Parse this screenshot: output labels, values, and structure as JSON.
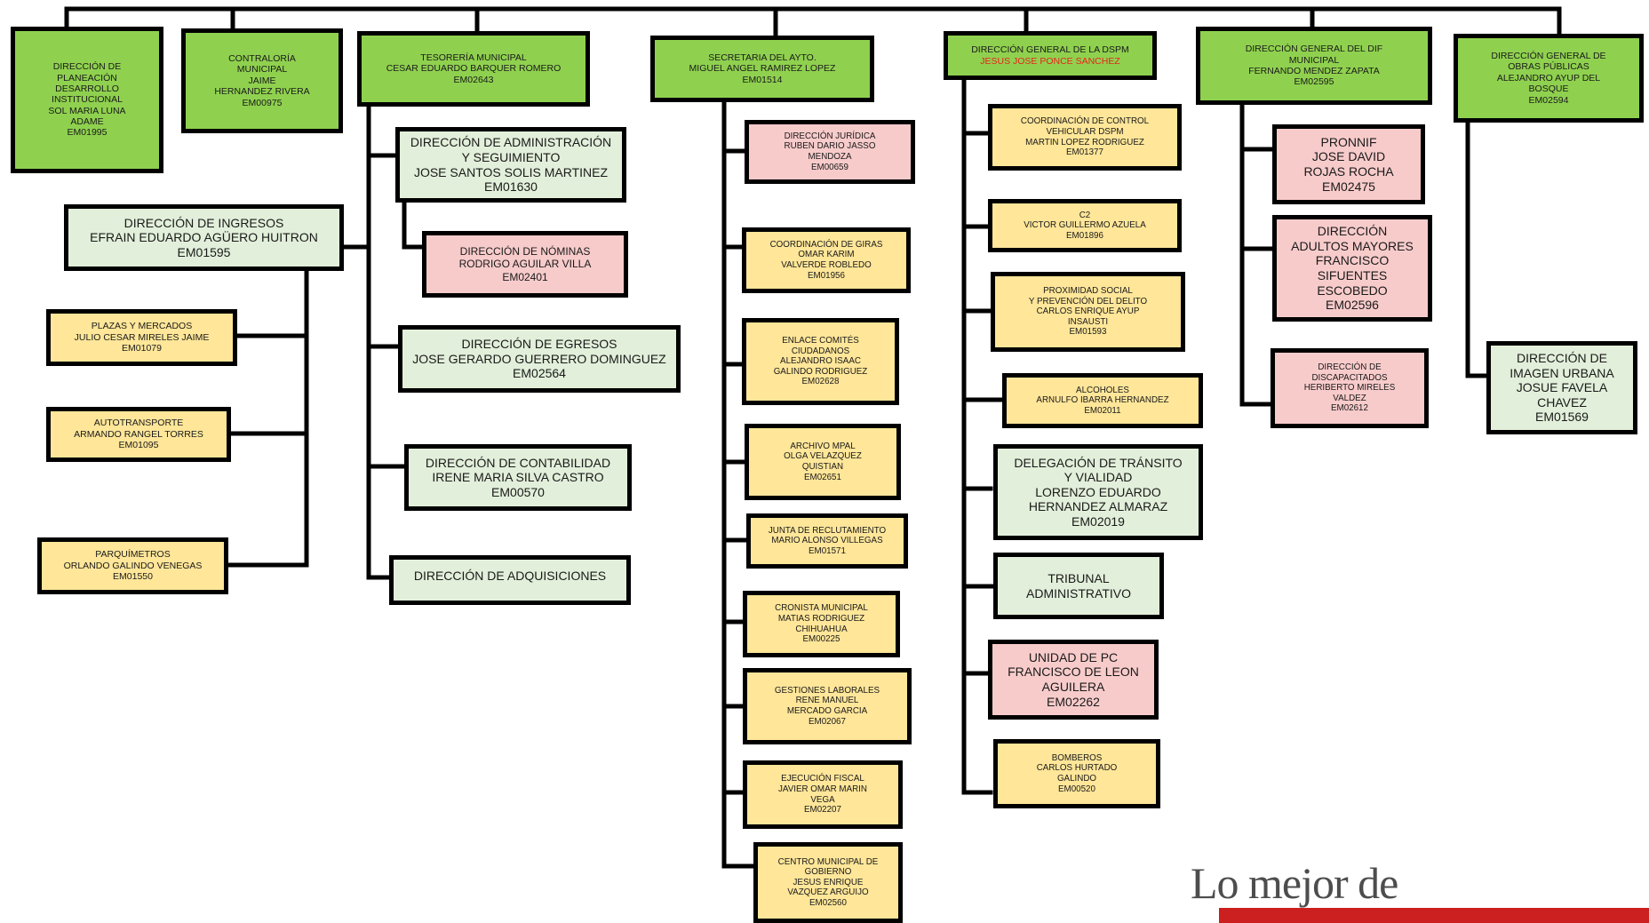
{
  "top": [
    {
      "lines": [
        "DIRECCIÓN DE",
        "PLANEACIÓN",
        "DESARROLLO",
        "INSTITUCIONAL",
        "SOL MARIA LUNA",
        "ADAME",
        "EM01995"
      ]
    },
    {
      "lines": [
        "CONTRALORÍA",
        "MUNICIPAL",
        "JAIME",
        "HERNANDEZ RIVERA",
        "EM00975"
      ]
    },
    {
      "lines": [
        "TESORERÍA MUNICIPAL",
        "CESAR EDUARDO BARQUER ROMERO",
        "EM02643"
      ]
    },
    {
      "lines": [
        "SECRETARIA DEL AYTO.",
        "MIGUEL ANGEL RAMIREZ LOPEZ",
        "EM01514"
      ]
    },
    {
      "lines": [
        "DIRECCIÓN GENERAL DE LA DSPM",
        "JESUS JOSE PONCE SANCHEZ"
      ]
    },
    {
      "lines": [
        "DIRECCIÓN GENERAL DEL DIF",
        "MUNICIPAL",
        "FERNANDO MENDEZ ZAPATA",
        "EM02595"
      ]
    },
    {
      "lines": [
        "DIRECCIÓN GENERAL DE",
        "OBRAS PÚBLICAS",
        "ALEJANDRO AYUP DEL",
        "BOSQUE",
        "EM02594"
      ]
    }
  ],
  "tesoreria": [
    {
      "lines": [
        "DIRECCIÓN DE ADMINISTRACIÓN",
        "Y SEGUIMIENTO",
        "JOSE SANTOS SOLIS MARTINEZ",
        "EM01630"
      ]
    },
    {
      "lines": [
        "DIRECCIÓN DE NÓMINAS",
        "RODRIGO AGUILAR VILLA",
        "EM02401"
      ]
    },
    {
      "lines": [
        "DIRECCIÓN DE INGRESOS",
        "EFRAIN EDUARDO AGÜERO HUITRON",
        "EM01595"
      ]
    },
    {
      "lines": [
        "PLAZAS Y MERCADOS",
        "JULIO CESAR MIRELES JAIME",
        "EM01079"
      ]
    },
    {
      "lines": [
        "AUTOTRANSPORTE",
        "ARMANDO RANGEL TORRES",
        "EM01095"
      ]
    },
    {
      "lines": [
        "PARQUÍMETROS",
        "ORLANDO GALINDO VENEGAS",
        "EM01550"
      ]
    },
    {
      "lines": [
        "DIRECCIÓN DE EGRESOS",
        "JOSE GERARDO GUERRERO DOMINGUEZ",
        "EM02564"
      ]
    },
    {
      "lines": [
        "DIRECCIÓN DE CONTABILIDAD",
        "IRENE MARIA SILVA CASTRO",
        "EM00570"
      ]
    },
    {
      "lines": [
        "DIRECCIÓN DE ADQUISICIONES"
      ]
    }
  ],
  "secretaria": [
    {
      "lines": [
        "DIRECCIÓN JURÍDICA",
        "RUBEN DARIO JASSO",
        "MENDOZA",
        "EM00659"
      ]
    },
    {
      "lines": [
        "COORDINACIÓN DE GIRAS",
        "OMAR KARIM",
        "VALVERDE ROBLEDO",
        "EM01956"
      ]
    },
    {
      "lines": [
        "ENLACE COMITÉS",
        "CIUDADANOS",
        "ALEJANDRO ISAAC",
        "GALINDO RODRIGUEZ",
        "EM02628"
      ]
    },
    {
      "lines": [
        "ARCHIVO MPAL",
        "OLGA VELAZQUEZ",
        "QUISTIAN",
        "EM02651"
      ]
    },
    {
      "lines": [
        "JUNTA DE RECLUTAMIENTO",
        "MARIO ALONSO VILLEGAS",
        "EM01571"
      ]
    },
    {
      "lines": [
        "CRONISTA MUNICIPAL",
        "MATIAS RODRIGUEZ",
        "CHIHUAHUA",
        "EM00225"
      ]
    },
    {
      "lines": [
        "GESTIONES LABORALES",
        "RENE MANUEL",
        "MERCADO GARCIA",
        "EM02067"
      ]
    },
    {
      "lines": [
        "EJECUCIÓN FISCAL",
        "JAVIER OMAR MARIN",
        "VEGA",
        "EM02207"
      ]
    },
    {
      "lines": [
        "CENTRO MUNICIPAL DE",
        "GOBIERNO",
        "JESUS ENRIQUE",
        "VAZQUEZ ARGUIJO",
        "EM02560"
      ]
    }
  ],
  "dspm": [
    {
      "lines": [
        "COORDINACIÓN DE CONTROL",
        "VEHICULAR DSPM",
        "MARTIN LOPEZ RODRIGUEZ",
        "EM01377"
      ]
    },
    {
      "lines": [
        "C2",
        "VICTOR GUILLERMO AZUELA",
        "EM01896"
      ]
    },
    {
      "lines": [
        "PROXIMIDAD SOCIAL",
        "Y PREVENCIÓN DEL DELITO",
        "CARLOS ENRIQUE AYUP",
        "INSAUSTI",
        "EM01593"
      ]
    },
    {
      "lines": [
        "ALCOHOLES",
        "ARNULFO IBARRA HERNANDEZ",
        "EM02011"
      ]
    },
    {
      "lines": [
        "DELEGACIÓN DE TRÁNSITO",
        "Y VIALIDAD",
        "LORENZO EDUARDO",
        "HERNANDEZ ALMARAZ",
        "EM02019"
      ]
    },
    {
      "lines": [
        "TRIBUNAL",
        "ADMINISTRATIVO"
      ]
    },
    {
      "lines": [
        "UNIDAD DE PC",
        "FRANCISCO DE LEON",
        "AGUILERA",
        "EM02262"
      ]
    },
    {
      "lines": [
        "BOMBEROS",
        "CARLOS HURTADO",
        "GALINDO",
        "EM00520"
      ]
    }
  ],
  "dif": [
    {
      "lines": [
        "PRONNIF",
        "JOSE DAVID",
        "ROJAS ROCHA",
        "EM02475"
      ]
    },
    {
      "lines": [
        "DIRECCIÓN",
        "ADULTOS MAYORES",
        "FRANCISCO",
        "SIFUENTES",
        "ESCOBEDO",
        "EM02596"
      ]
    },
    {
      "lines": [
        "DIRECCIÓN DE",
        "DISCAPACITADOS",
        "HERIBERTO MIRELES",
        "VALDEZ",
        "EM02612"
      ]
    }
  ],
  "obras": [
    {
      "lines": [
        "DIRECCIÓN DE",
        "IMAGEN URBANA",
        "JOSUE FAVELA",
        "CHAVEZ",
        "EM01569"
      ]
    }
  ],
  "logo": {
    "text": "Lo mejor de"
  },
  "colors": {
    "green": "#8fd14f",
    "yellow": "#ffe699",
    "pink": "#f8cbcb",
    "pale": "#e2efda",
    "line": "#000000",
    "red_name": "#e8231b"
  }
}
